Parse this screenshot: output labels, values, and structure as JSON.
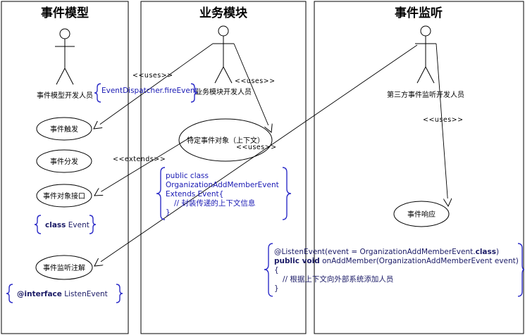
{
  "lanes": [
    {
      "title": "事件模型"
    },
    {
      "title": "业务模块"
    },
    {
      "title": "事件监听"
    }
  ],
  "actors": {
    "model_dev": "事件模型开发人员",
    "business_dev": "业务模块开发人员",
    "third_party_dev": "第三方事件监听开发人员"
  },
  "use_cases": {
    "trigger": "事件触发",
    "dispatch": "事件分发",
    "object_interface": "事件对象接口",
    "listener_annotation": "事件监听注解",
    "context_object": "特定事件对象（上下文）",
    "response": "事件响应"
  },
  "stereotypes": {
    "uses": "<<uses>>",
    "extends": "<<extends>>"
  },
  "notes": {
    "fire_event": "EventDispatcher.fireEvent",
    "class_event_kw": "class",
    "class_event_name": "Event",
    "listen_event_kw": "@interface",
    "listen_event_name": "ListenEvent",
    "org_event": {
      "line1": "public class",
      "line2": "OrganizationAddMemberEvent",
      "line3": "Extends Event{",
      "line4": "// 封装传递的上下文信息",
      "line5": "}"
    },
    "listener_code": {
      "line1_a": "@ListenEvent(event = OrganizationAddMemberEvent.",
      "line1_kw": "class",
      "line1_b": ")",
      "line2_kw": "public void",
      "line2_b": " onAddMember(OrganizationAddMemberEvent event)",
      "line3": "{",
      "line4": "// 根据上下文向外部系统添加人员",
      "line5": "}"
    }
  }
}
